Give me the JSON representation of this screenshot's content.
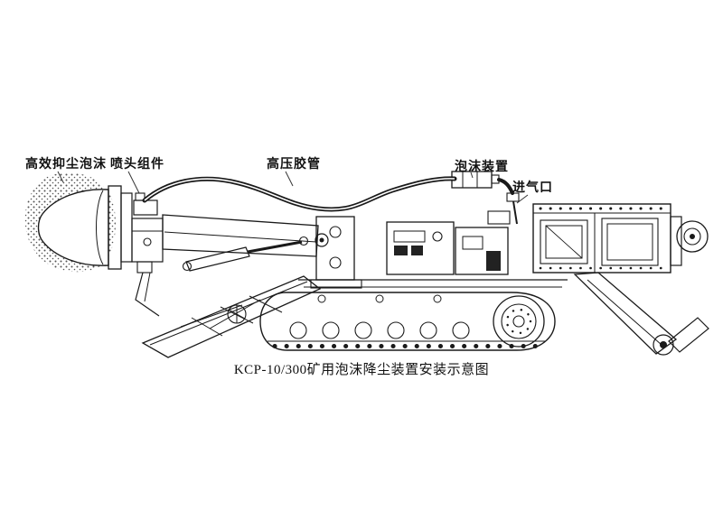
{
  "diagram": {
    "labels": {
      "foam": "高效抑尘泡沫",
      "nozzle_assembly": "喷头组件",
      "high_pressure_hose": "高压胶管",
      "foam_device": "泡沫装置",
      "air_inlet": "进气口"
    },
    "caption": "KCP-10/300矿用泡沫降尘装置安装示意图",
    "colors": {
      "line": "#1a1a1a",
      "background": "#ffffff"
    }
  }
}
